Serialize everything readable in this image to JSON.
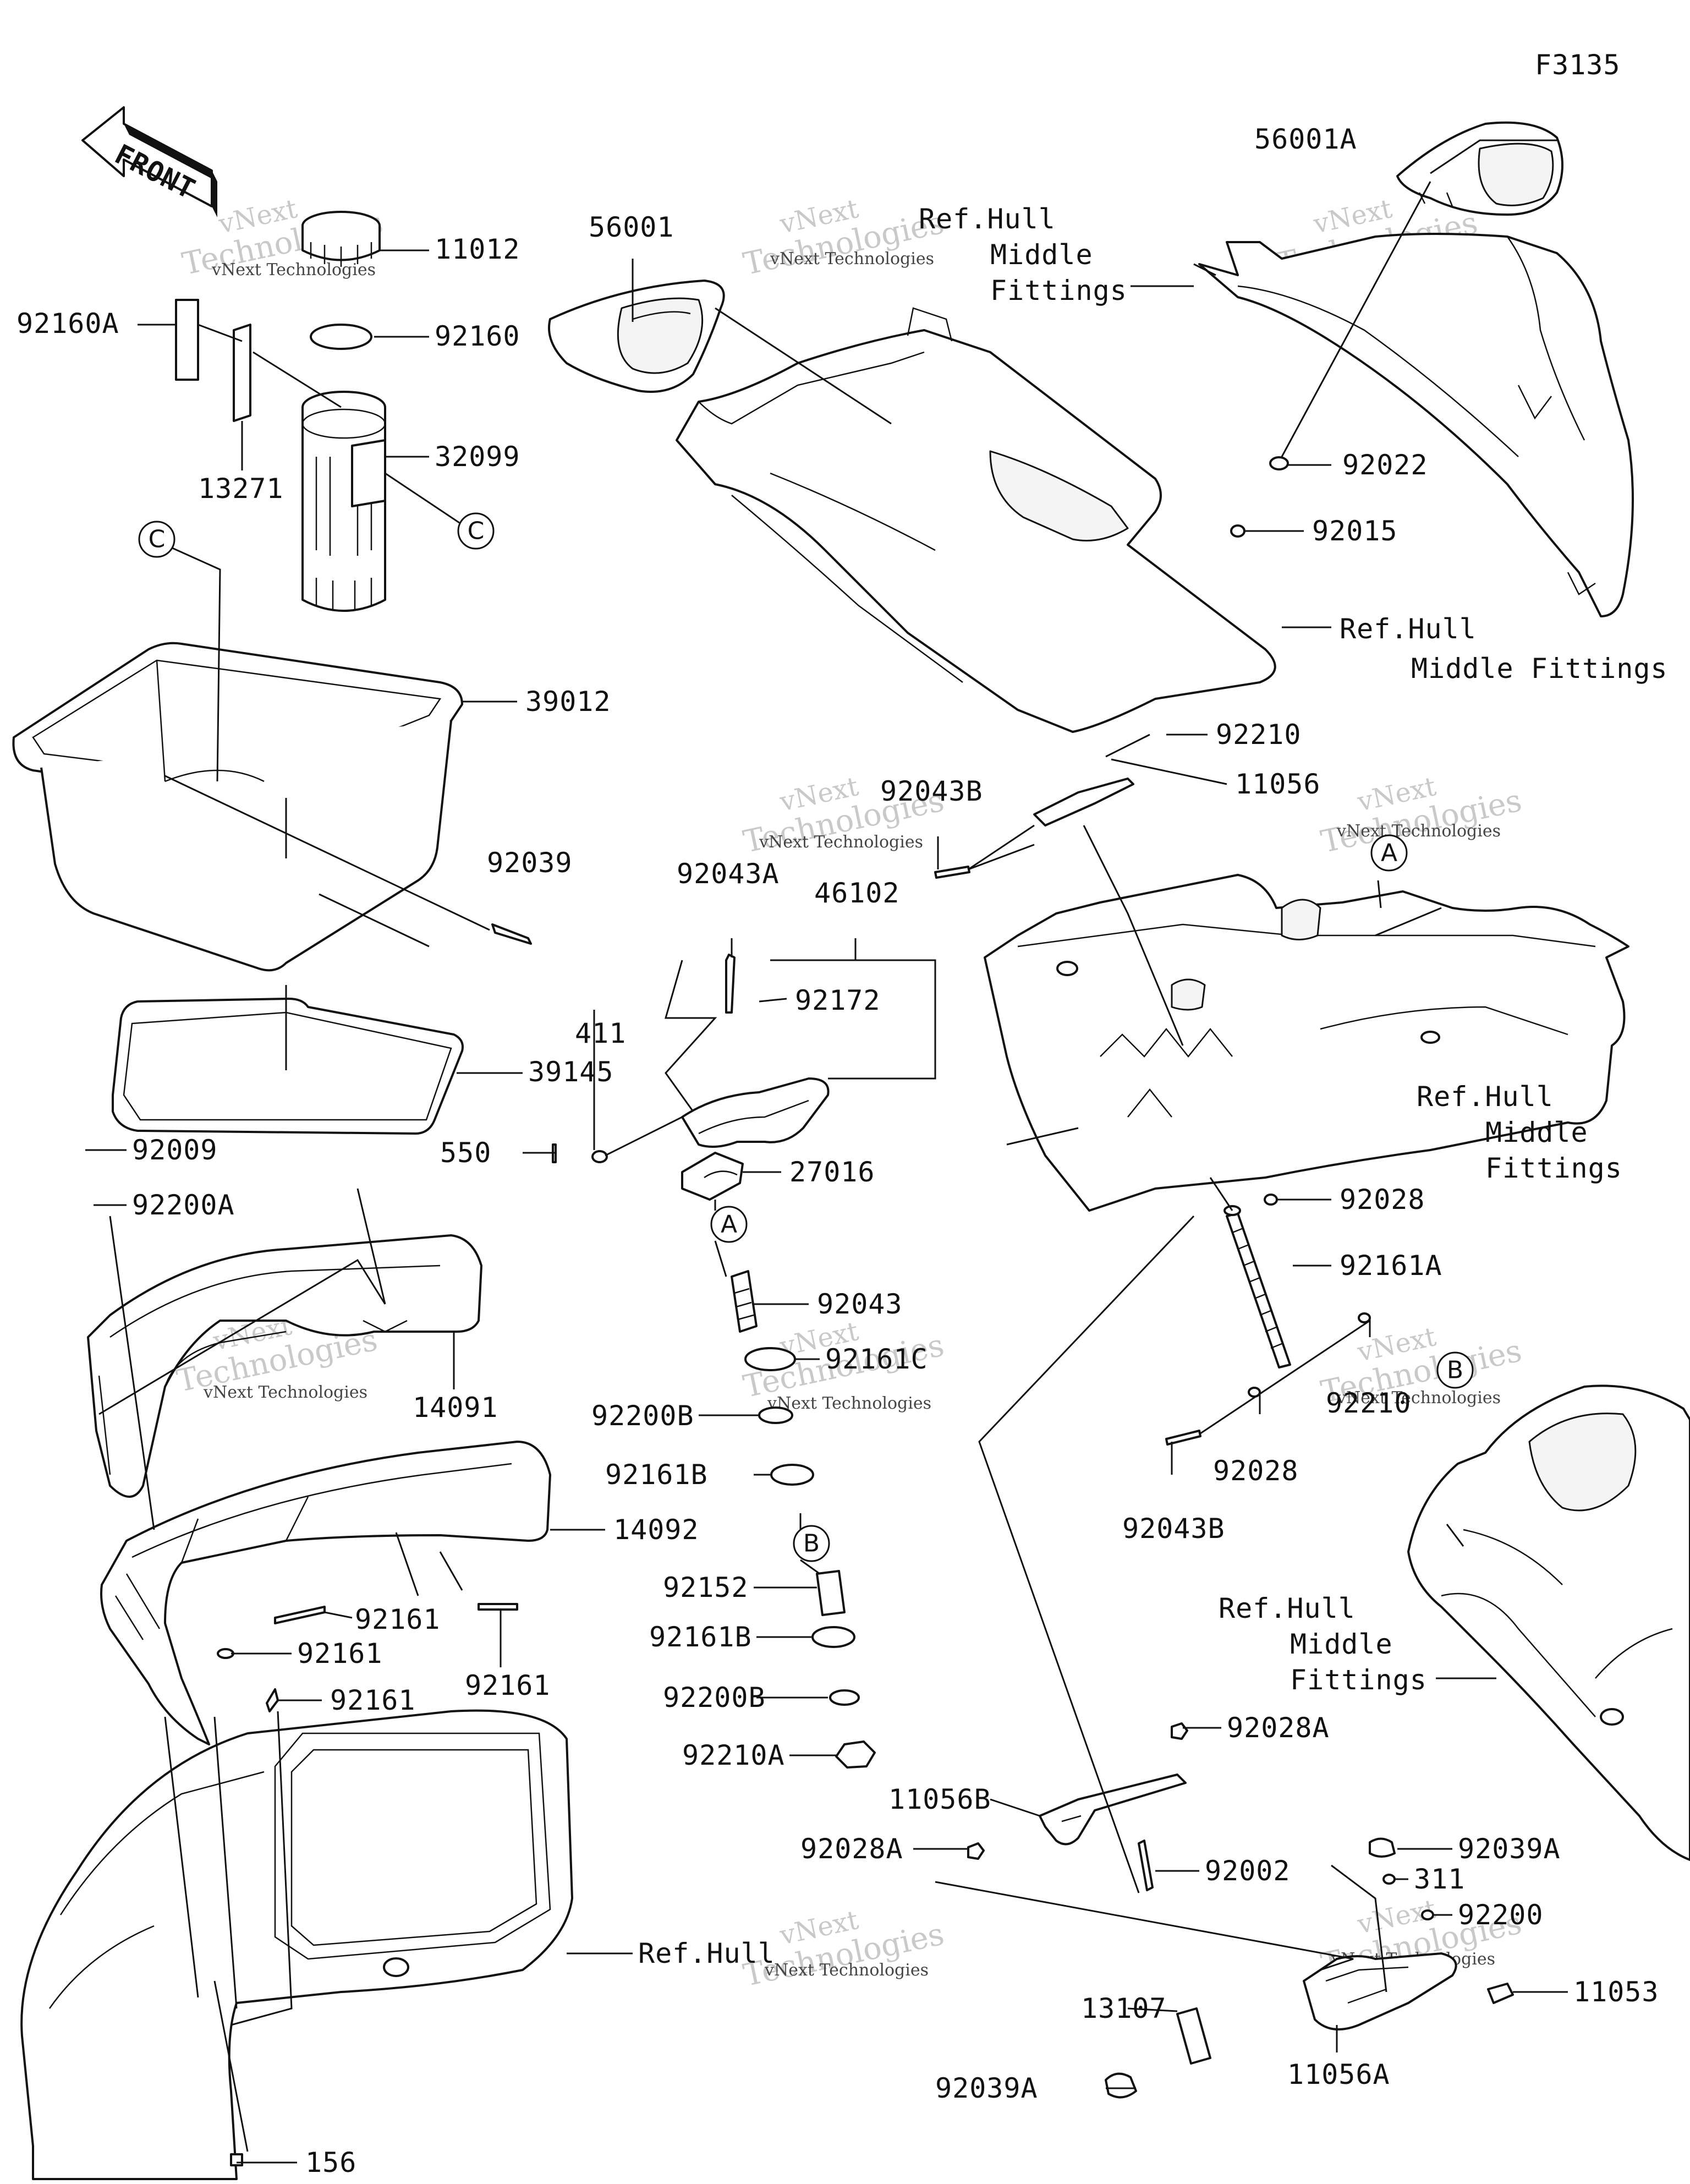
{
  "figure_code": "F3135",
  "front_label": "FRONT",
  "watermark": {
    "brand": "vNext Technologies",
    "line1": "vNext",
    "line2": "Technologies",
    "color": "#c9c9c9"
  },
  "callouts": {
    "p11012": "11012",
    "p92160A": "92160A",
    "p92160": "92160",
    "p13271": "13271",
    "p32099": "32099",
    "p39012": "39012",
    "p92039": "92039",
    "p39145": "39145",
    "p92009": "92009",
    "p92200A": "92200A",
    "p14091": "14091",
    "p14092": "14092",
    "p92161a": "92161",
    "p92161b": "92161",
    "p92161c": "92161",
    "p92161d": "92161",
    "p156": "156",
    "p56001": "56001",
    "p56001A": "56001A",
    "p92022": "92022",
    "p92015": "92015",
    "p92210": "92210",
    "p92043B_top": "92043B",
    "p11056": "11056",
    "p92043A": "92043A",
    "p46102": "46102",
    "p92172": "92172",
    "p411": "411",
    "p550": "550",
    "p27016": "27016",
    "p92043": "92043",
    "p92161C": "92161C",
    "p92200B_1": "92200B",
    "p92161B_1": "92161B",
    "p92152": "92152",
    "p92161B_2": "92161B",
    "p92200B_2": "92200B",
    "p92210A": "92210A",
    "p92028_top": "92028",
    "p92161A": "92161A",
    "p92210_right": "92210",
    "p92028_mid": "92028",
    "p92043B_bot": "92043B",
    "p92028A_right": "92028A",
    "p11056B": "11056B",
    "p92002": "92002",
    "p92028A_left": "92028A",
    "p92039A_top": "92039A",
    "p311": "311",
    "p92200": "92200",
    "p11053": "11053",
    "p13107": "13107",
    "p92039A_bot": "92039A",
    "p11056A": "11056A"
  },
  "references": {
    "ref_top_l1": "Ref.Hull",
    "ref_top_l2": "Middle",
    "ref_top_l3": "Fittings",
    "ref_mid_l1": "Ref.Hull",
    "ref_mid_l2": "Middle Fittings",
    "ref_right_l1": "Ref.Hull",
    "ref_right_l2": "Middle",
    "ref_right_l3": "Fittings",
    "ref_low_l1": "Ref.Hull",
    "ref_low_l2": "Middle",
    "ref_low_l3": "Fittings",
    "ref_hull": "Ref.Hull"
  },
  "circle_markers": {
    "c_top_right": "C",
    "c_top_left": "C",
    "a_upper": "A",
    "a_mid": "A",
    "b_right": "B",
    "b_mid": "B"
  }
}
